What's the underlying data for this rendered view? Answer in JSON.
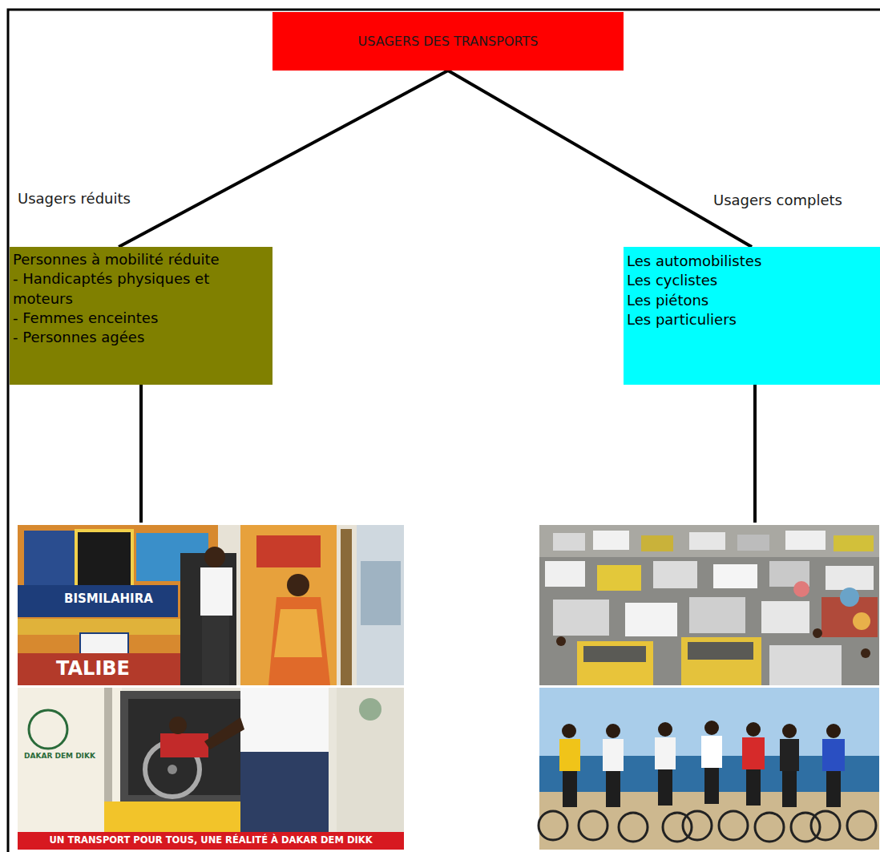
{
  "diagram": {
    "nodes": [
      {
        "text": [
          "USAGERS DES TRANSPORTS"
        ]
      },
      {
        "text": [
          "Personnes à mobilité réduite",
          "- Handicaptés physiques et moteurs",
          "- Femmes enceintes",
          "- Personnes agées"
        ]
      },
      {
        "text": [
          "Les automobilistes",
          "Les cyclistes",
          "Les piétons",
          "Les particuliers"
        ]
      }
    ],
    "edges": [
      {
        "from": 0,
        "to": 1,
        "label": "Usagers réduits",
        "arrow": "none"
      },
      {
        "from": 0,
        "to": 2,
        "label": "Usagers complets",
        "arrow": "none"
      }
    ],
    "labels": [
      "BISMILAHIRA",
      "TALIBE",
      "DAKAR DEM DIKK",
      "UN TRANSPORT POUR TOUS, UNE RÉALITÉ À DAKAR DEM DIKK"
    ]
  }
}
